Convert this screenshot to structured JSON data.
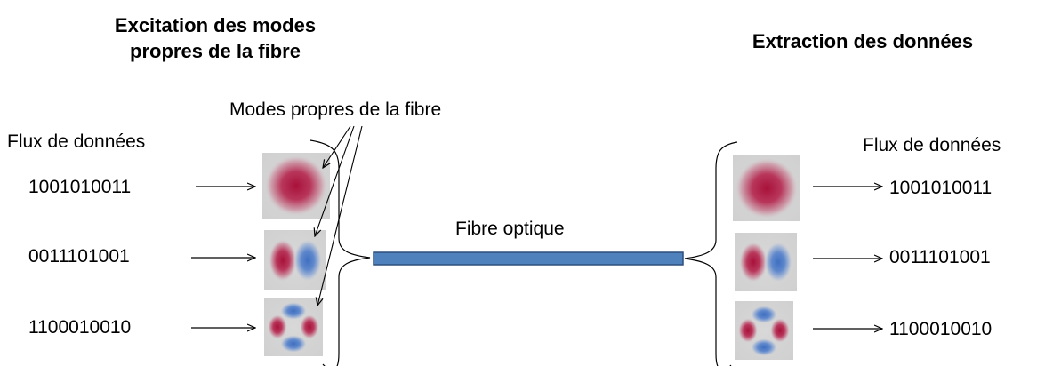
{
  "left_title": {
    "line1": "Excitation des modes",
    "line2": "propres de la fibre"
  },
  "right_title": "Extraction des données",
  "modes_label": "Modes propres de la fibre",
  "left_stream_label": "Flux de données",
  "right_stream_label": "Flux de données",
  "fiber_label": "Fibre optique",
  "left_codes": [
    "1001010011",
    "0011101001",
    "1100010010"
  ],
  "right_codes": [
    "1001010011",
    "0011101001",
    "1100010010"
  ],
  "mode_patterns": [
    "LP01",
    "LP11",
    "LP21"
  ],
  "colors": {
    "fiber_fill": "#4f81bd",
    "fiber_stroke": "#2f4f7a",
    "lobe_red": "#a8113a",
    "lobe_blue": "#3f6fc0",
    "mode_bg": "#d4d4d4"
  }
}
